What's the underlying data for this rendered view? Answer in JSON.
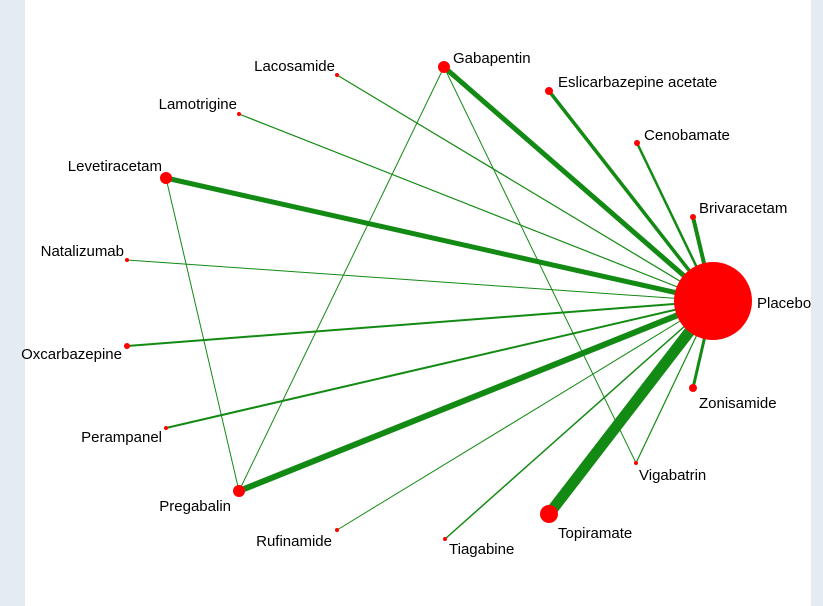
{
  "colors": {
    "edge": "#138a13",
    "node": "#ff0000",
    "background": "#ffffff",
    "side_band": "#e4ecf1"
  },
  "network": {
    "nodes": [
      {
        "id": "placebo",
        "label": "Placebo"
      },
      {
        "id": "gabapentin",
        "label": "Gabapentin"
      },
      {
        "id": "lacosamide",
        "label": "Lacosamide"
      },
      {
        "id": "eslicarbazepine",
        "label": "Eslicarbazepine acetate"
      },
      {
        "id": "lamotrigine",
        "label": "Lamotrigine"
      },
      {
        "id": "cenobamate",
        "label": "Cenobamate"
      },
      {
        "id": "levetiracetam",
        "label": "Levetiracetam"
      },
      {
        "id": "brivaracetam",
        "label": "Brivaracetam"
      },
      {
        "id": "natalizumab",
        "label": "Natalizumab"
      },
      {
        "id": "oxcarbazepine",
        "label": "Oxcarbazepine"
      },
      {
        "id": "zonisamide",
        "label": "Zonisamide"
      },
      {
        "id": "perampanel",
        "label": "Perampanel"
      },
      {
        "id": "vigabatrin",
        "label": "Vigabatrin"
      },
      {
        "id": "pregabalin",
        "label": "Pregabalin"
      },
      {
        "id": "topiramate",
        "label": "Topiramate"
      },
      {
        "id": "rufinamide",
        "label": "Rufinamide"
      },
      {
        "id": "tiagabine",
        "label": "Tiagabine"
      }
    ],
    "edges": [
      {
        "from": "placebo",
        "to": "gabapentin"
      },
      {
        "from": "placebo",
        "to": "lacosamide"
      },
      {
        "from": "placebo",
        "to": "eslicarbazepine"
      },
      {
        "from": "placebo",
        "to": "lamotrigine"
      },
      {
        "from": "placebo",
        "to": "cenobamate"
      },
      {
        "from": "placebo",
        "to": "levetiracetam"
      },
      {
        "from": "placebo",
        "to": "brivaracetam"
      },
      {
        "from": "placebo",
        "to": "natalizumab"
      },
      {
        "from": "placebo",
        "to": "oxcarbazepine"
      },
      {
        "from": "placebo",
        "to": "zonisamide"
      },
      {
        "from": "placebo",
        "to": "perampanel"
      },
      {
        "from": "placebo",
        "to": "vigabatrin"
      },
      {
        "from": "placebo",
        "to": "pregabalin"
      },
      {
        "from": "placebo",
        "to": "topiramate"
      },
      {
        "from": "placebo",
        "to": "rufinamide"
      },
      {
        "from": "placebo",
        "to": "tiagabine"
      },
      {
        "from": "gabapentin",
        "to": "pregabalin"
      },
      {
        "from": "gabapentin",
        "to": "vigabatrin"
      },
      {
        "from": "levetiracetam",
        "to": "pregabalin"
      }
    ]
  }
}
